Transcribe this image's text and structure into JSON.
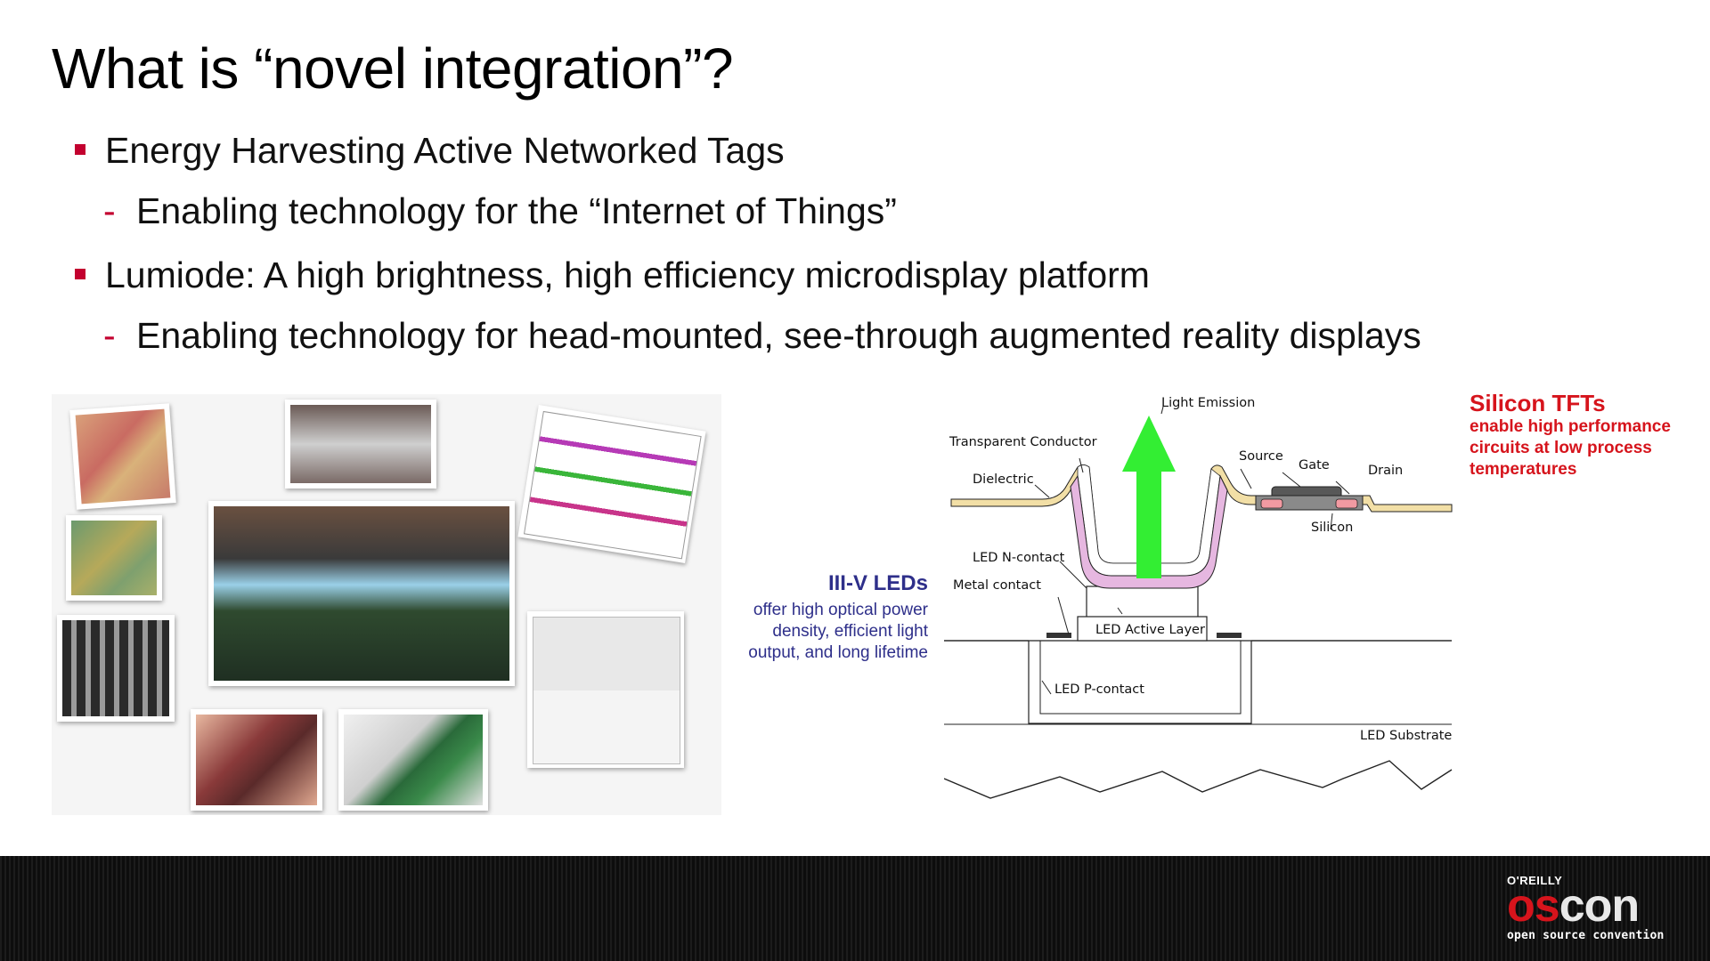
{
  "slide": {
    "title": "What is “novel integration”?",
    "bullets": [
      {
        "level": 1,
        "text": "Energy Harvesting Active Networked Tags"
      },
      {
        "level": 2,
        "text": "Enabling technology for the “Internet of Things”"
      },
      {
        "level": 1,
        "text": "Lumiode: A high brightness, high efficiency microdisplay platform"
      },
      {
        "level": 2,
        "text": "Enabling technology for head-mounted, see-through augmented reality displays"
      }
    ]
  },
  "callouts": {
    "leds_heading": "III-V LEDs",
    "leds_lines": [
      "offer high optical power",
      "density, efficient light",
      "output, and long lifetime"
    ],
    "tft_heading": "Silicon TFTs",
    "tft_lines": [
      "enable high performance",
      "circuits at low process",
      "temperatures"
    ]
  },
  "diagram": {
    "labels": {
      "light_emission": "Light Emission",
      "transparent_conductor": "Transparent Conductor",
      "dielectric": "Dielectric",
      "source": "Source",
      "gate": "Gate",
      "drain": "Drain",
      "silicon": "Silicon",
      "led_n_contact": "LED N-contact",
      "metal_contact": "Metal contact",
      "led_active_layer": "LED Active Layer",
      "led_p_contact": "LED P-contact",
      "led_substrate": "LED Substrate"
    },
    "colors": {
      "arrow": "#33ee33",
      "dielectric_fill": "#f2dfa6",
      "conductor_fill": "#e6b7e0",
      "silicon_fill": "#f29aa2",
      "tft_fill": "#585858"
    }
  },
  "footer": {
    "brand_small": "O'REILLY",
    "brand_os": "os",
    "brand_con": "con",
    "tagline": "open source convention",
    "background": "#121212",
    "accent": "#d6141c"
  }
}
